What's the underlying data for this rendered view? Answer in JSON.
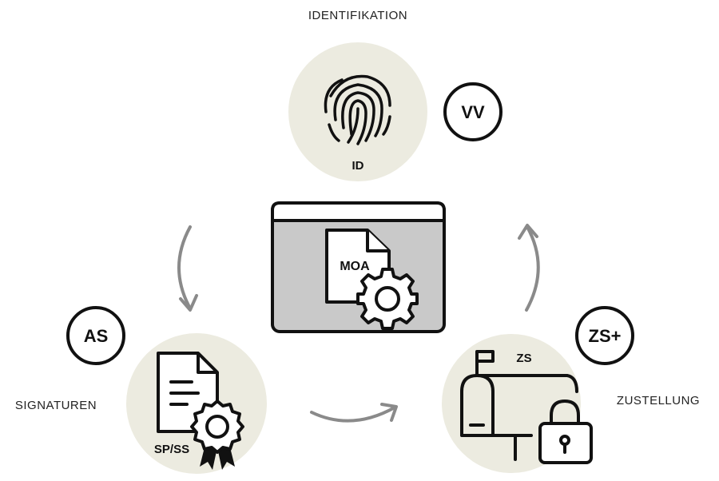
{
  "labels": {
    "identifikation": "IDENTIFIKATION",
    "signaturen": "SIGNATUREN",
    "zustellung": "ZUSTELLUNG"
  },
  "nodes": {
    "id": "ID",
    "sp_ss": "SP/SS",
    "zs": "ZS",
    "moa": "MOA"
  },
  "badges": {
    "vv": "VV",
    "as": "AS",
    "zs_plus": "ZS+"
  },
  "colors": {
    "circle_fill": "#ecebe0",
    "window_fill": "#c9c9c9",
    "arrow": "#8a8a8a",
    "line": "#111111"
  }
}
